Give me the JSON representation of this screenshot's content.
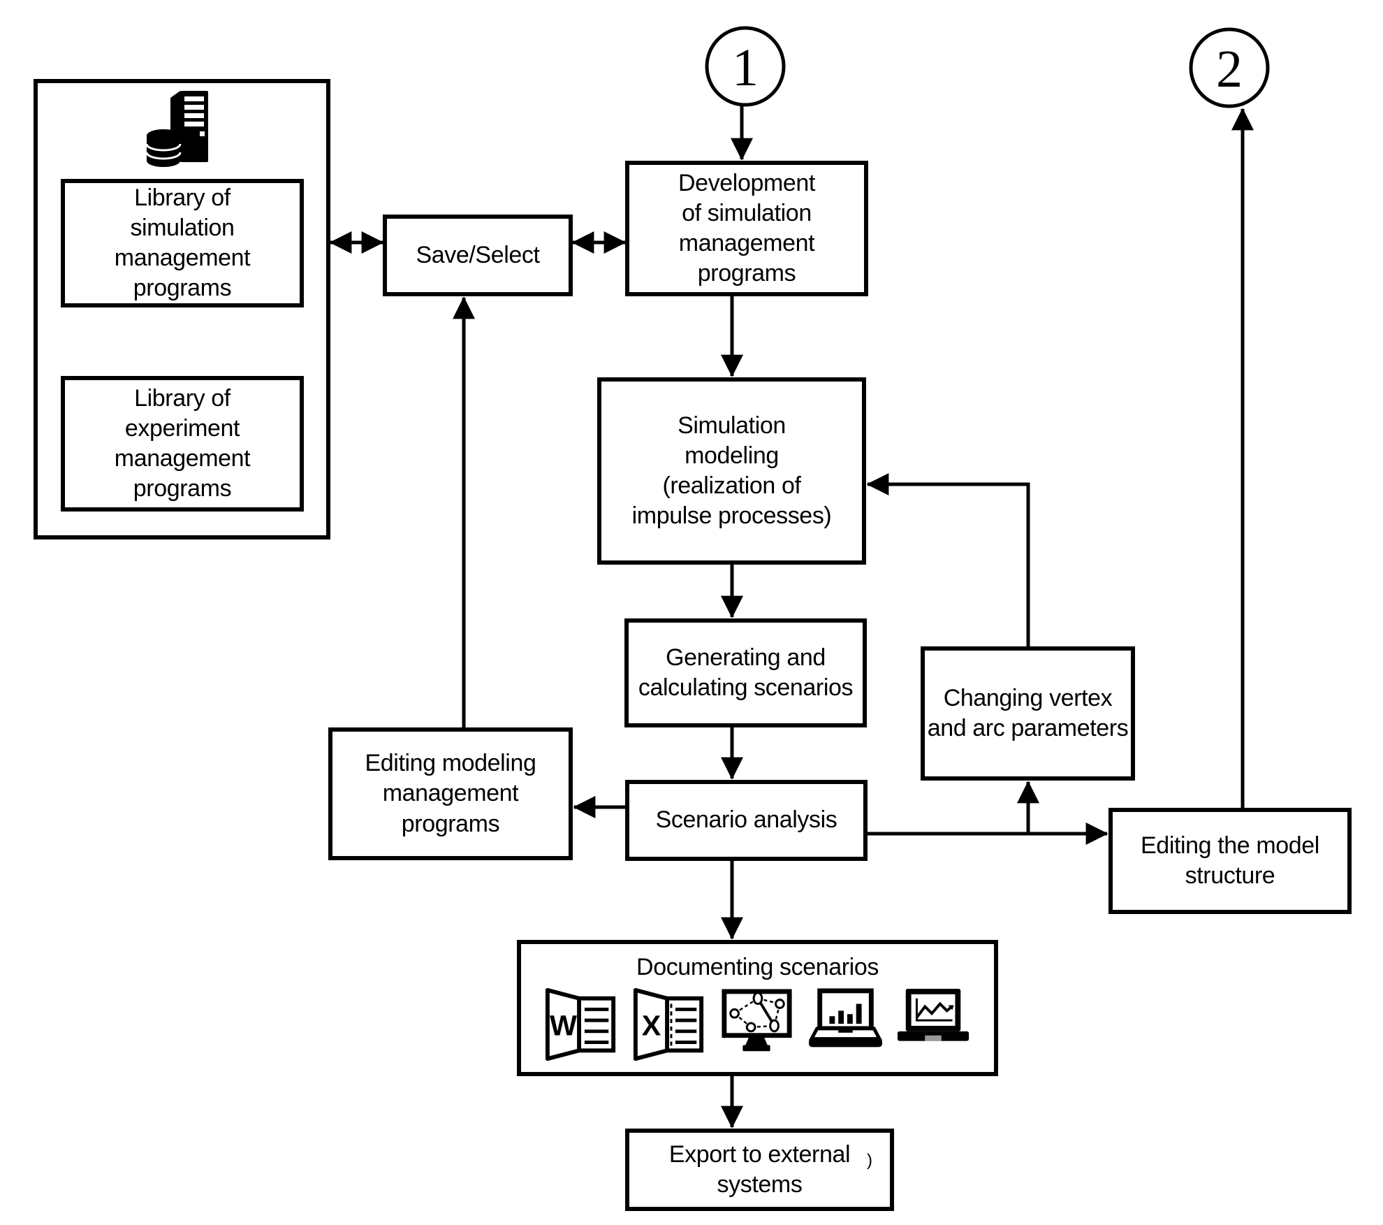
{
  "diagram": {
    "colors": {
      "ink": "#000000",
      "paper": "#ffffff"
    },
    "circles": {
      "c1": "1",
      "c2": "2"
    },
    "library": {
      "server_icon": "server-database-icon",
      "items": {
        "simulation": "Library of\nsimulation\nmanagement\nprograms",
        "experiment": "Library of\nexperiment\nmanagement\nprograms"
      }
    },
    "nodes": {
      "save_select": "Save/Select",
      "development": "Development\nof simulation\nmanagement\nprograms",
      "simulation_modeling": "Simulation\nmodeling\n(realization of\nimpulse processes)",
      "generating": "Generating and\ncalculating scenarios",
      "scenario_analysis": "Scenario analysis",
      "editing_modeling": "Editing modeling\nmanagement\nprograms",
      "changing_vertex": "Changing vertex\nand arc parameters",
      "editing_structure": "Editing the model\nstructure",
      "documenting": "Documenting scenarios",
      "export": "Export to external\nsystems",
      "export_stray_mark": ")"
    },
    "documenting_icons": [
      "word-file-icon",
      "excel-file-icon",
      "network-diagram-monitor-icon",
      "bar-chart-laptop-icon",
      "line-chart-laptop-icon"
    ]
  }
}
